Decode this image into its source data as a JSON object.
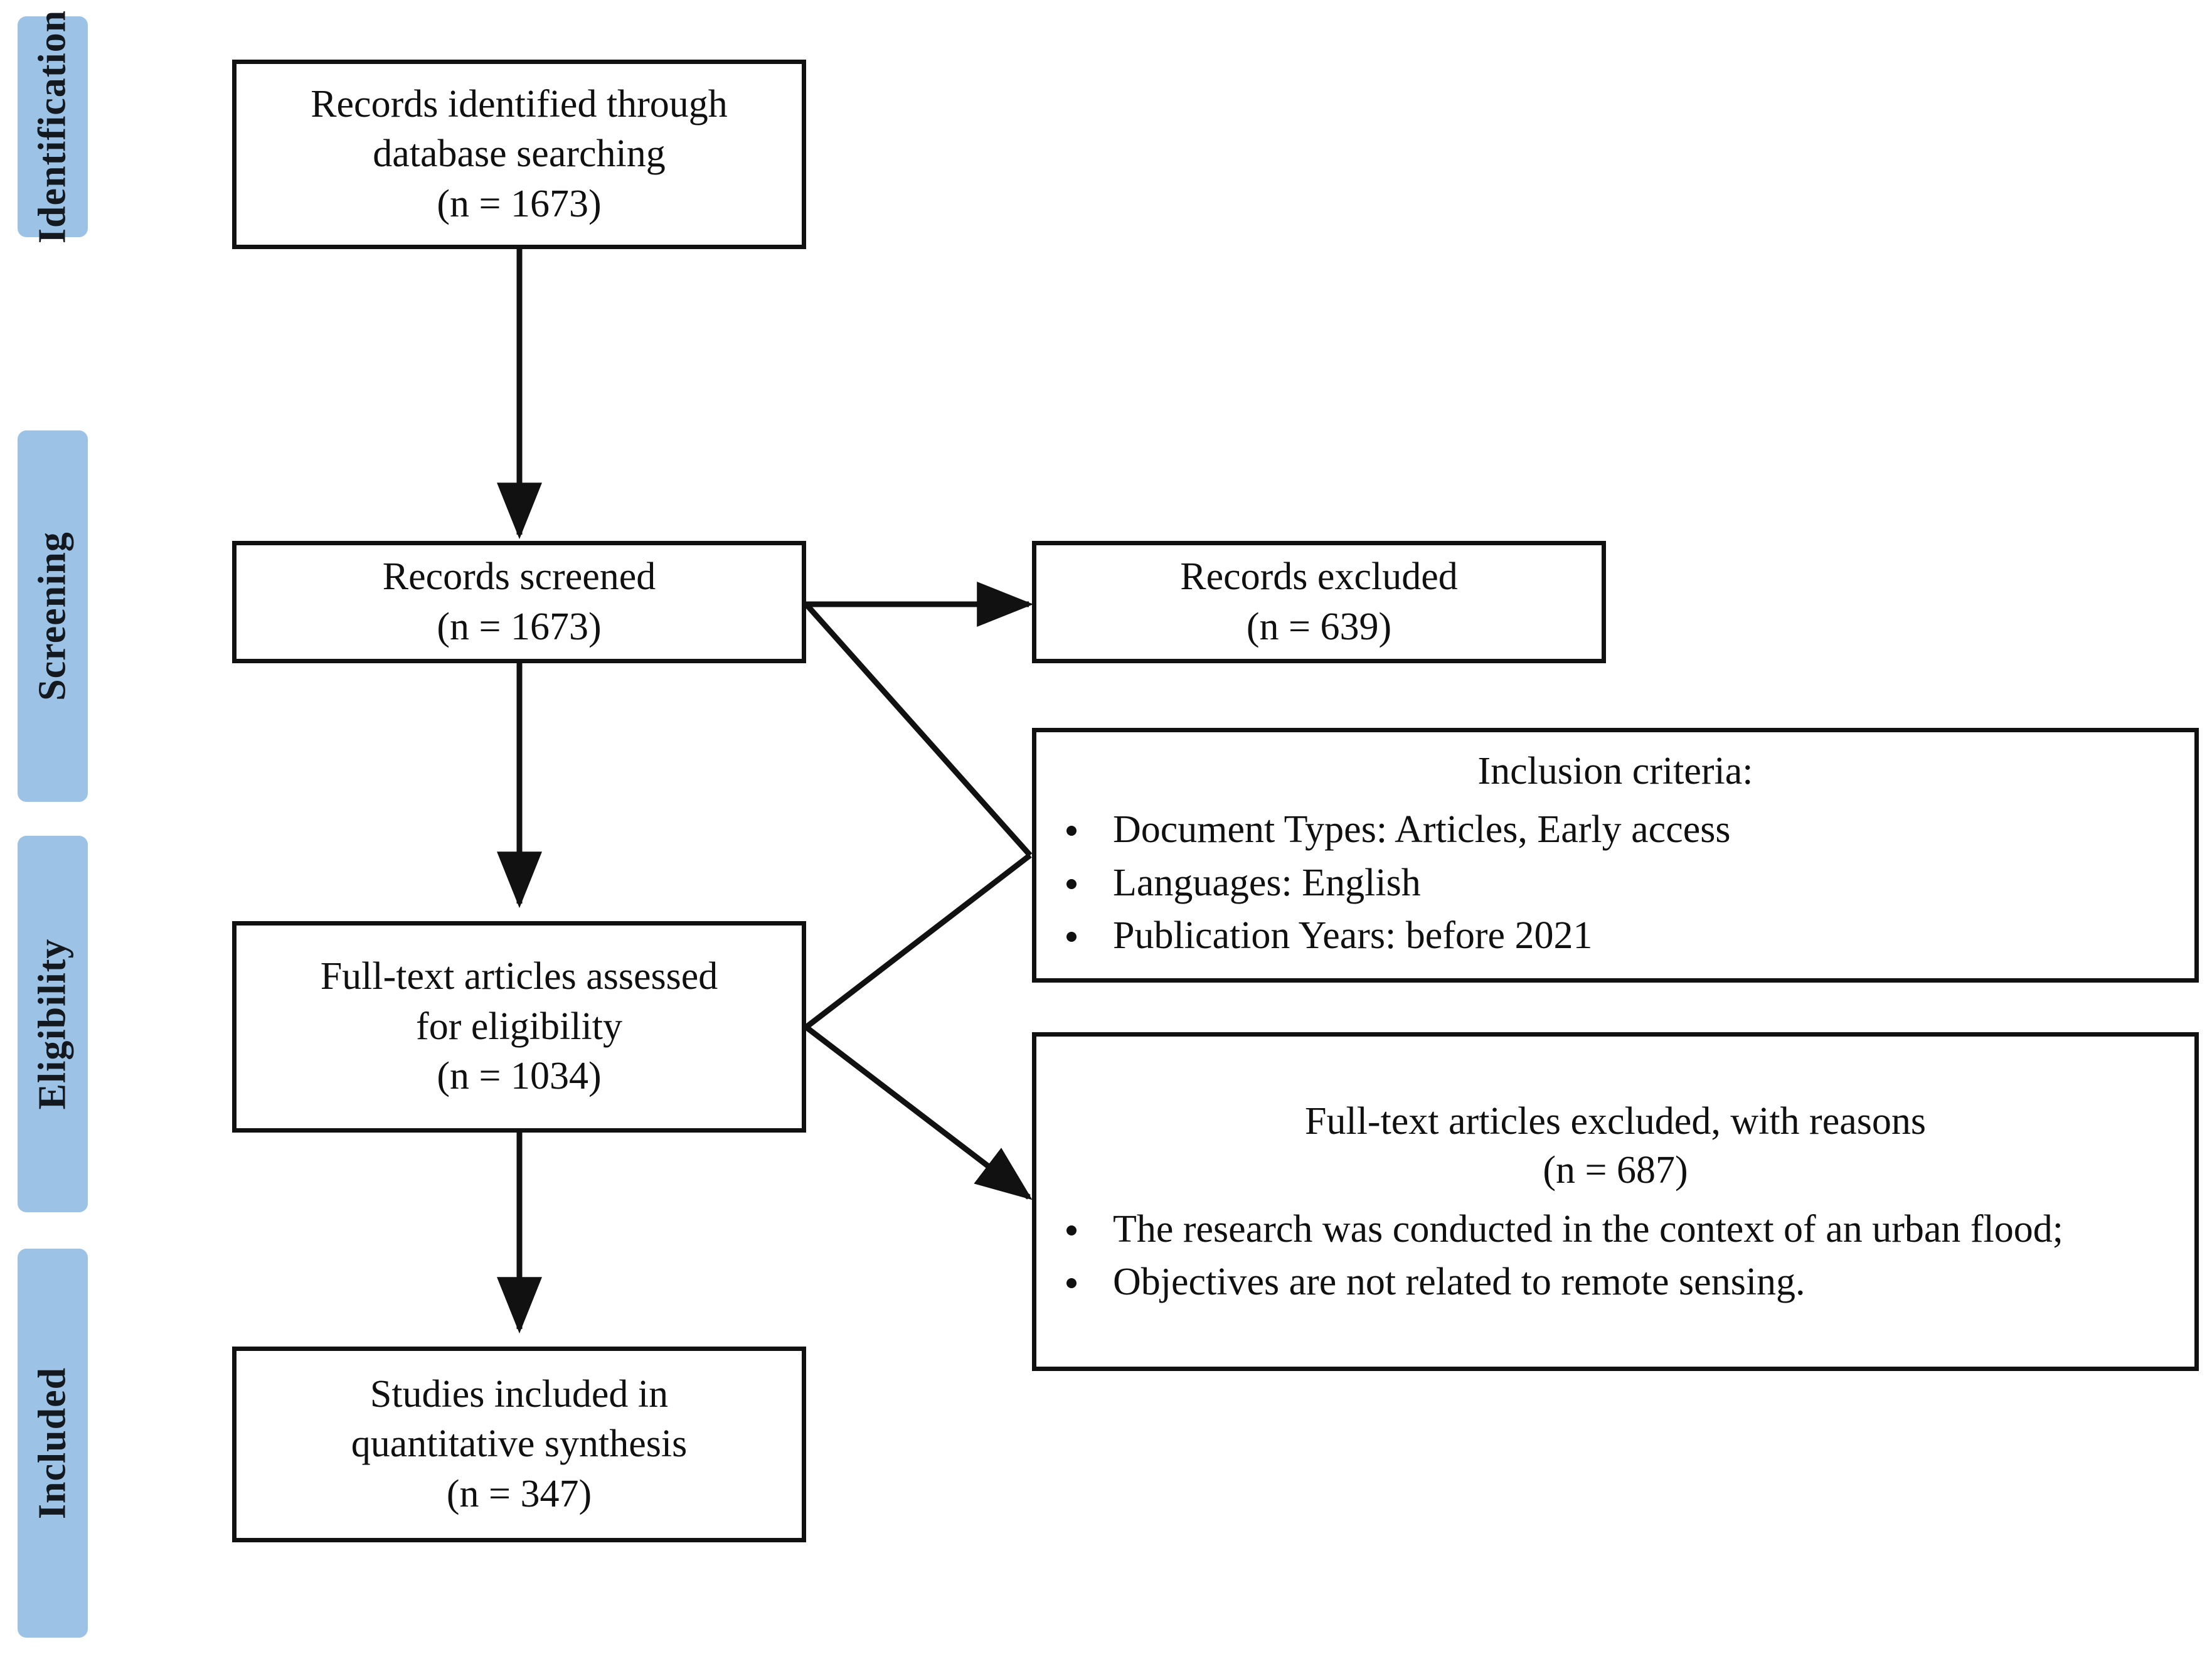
{
  "diagram": {
    "type": "prisma-flow-diagram",
    "accent_color": "#9CC3E5",
    "line_color": "#111111",
    "background": "#ffffff"
  },
  "stages": [
    {
      "id": "identification",
      "label": "Identification"
    },
    {
      "id": "screening",
      "label": "Screening"
    },
    {
      "id": "eligibility",
      "label": "Eligibility"
    },
    {
      "id": "included",
      "label": "Included"
    }
  ],
  "boxes": {
    "records_identified": {
      "lines": [
        "Records identified through",
        "database searching",
        "(n = 1673)"
      ],
      "count": 1673
    },
    "records_screened": {
      "lines": [
        "Records screened",
        "(n = 1673)"
      ],
      "count": 1673
    },
    "records_excluded": {
      "lines": [
        "Records excluded",
        "(n = 639)"
      ],
      "count": 639
    },
    "fulltext_assessed": {
      "lines": [
        "Full-text articles assessed",
        "for eligibility",
        "(n = 1034)"
      ],
      "count": 1034
    },
    "studies_included": {
      "lines": [
        "Studies included in",
        "quantitative synthesis",
        "(n = 347)"
      ],
      "count": 347
    }
  },
  "panels": {
    "inclusion_criteria": {
      "title": "Inclusion criteria:",
      "items": [
        "Document Types: Articles, Early access",
        "Languages: English",
        "Publication Years: before 2021"
      ]
    },
    "fulltext_excluded": {
      "title_line1": "Full-text articles excluded, with reasons",
      "title_line2": "(n = 687)",
      "count": 687,
      "items": [
        "The research was conducted in the context of an urban flood;",
        "Objectives are not related to remote sensing."
      ]
    }
  },
  "connectors": [
    {
      "id": "identified-to-screened",
      "from": "records_identified",
      "to": "records_screened",
      "style": "arrow-down"
    },
    {
      "id": "screened-to-excluded",
      "from": "records_screened",
      "to": "records_excluded",
      "style": "arrow-right"
    },
    {
      "id": "screened-to-inclusion",
      "from": "records_screened",
      "to": "inclusion_criteria",
      "style": "line-diagonal"
    },
    {
      "id": "screened-to-fulltext",
      "from": "records_screened",
      "to": "fulltext_assessed",
      "style": "arrow-down"
    },
    {
      "id": "fulltext-to-inclusion",
      "from": "fulltext_assessed",
      "to": "inclusion_criteria",
      "style": "line-diagonal"
    },
    {
      "id": "fulltext-to-excluded",
      "from": "fulltext_assessed",
      "to": "fulltext_excluded",
      "style": "arrow-diagonal"
    },
    {
      "id": "fulltext-to-included",
      "from": "fulltext_assessed",
      "to": "studies_included",
      "style": "arrow-down"
    }
  ]
}
